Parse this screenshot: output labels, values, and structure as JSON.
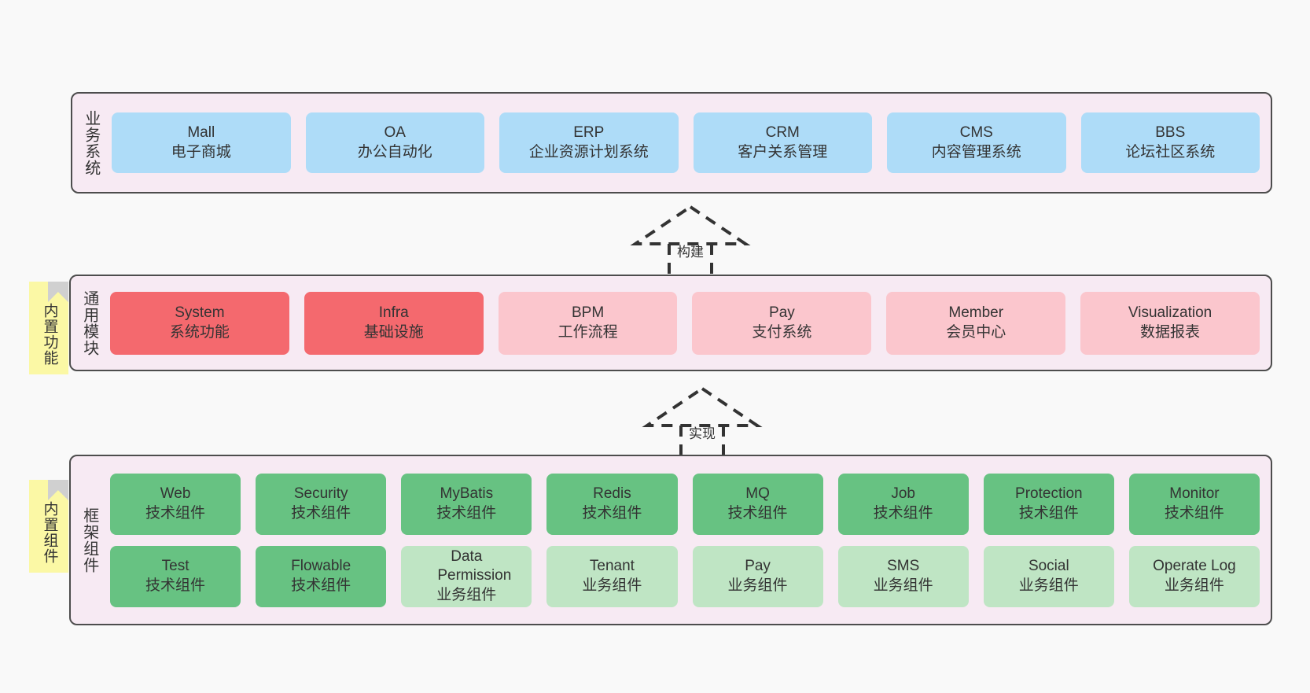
{
  "diagram": {
    "background": "#f9f9f9",
    "panel_bg": "#f7eaf3",
    "panel_border": "#4d4d4d",
    "note_bg": "#fbf8a5",
    "colors": {
      "blue": "#aedcf8",
      "red": "#f4696e",
      "pink": "#fbc6cd",
      "green": "#67c282",
      "light_green": "#bfe5c4"
    }
  },
  "layers": {
    "business": {
      "title": "业务系统",
      "cards": [
        {
          "en": "Mall",
          "cn": "电子商城"
        },
        {
          "en": "OA",
          "cn": "办公自动化"
        },
        {
          "en": "ERP",
          "cn": "企业资源计划系统"
        },
        {
          "en": "CRM",
          "cn": "客户关系管理"
        },
        {
          "en": "CMS",
          "cn": "内容管理系统"
        },
        {
          "en": "BBS",
          "cn": "论坛社区系统"
        }
      ]
    },
    "common": {
      "title": "通用模块",
      "note": "内置功能",
      "cards": [
        {
          "en": "System",
          "cn": "系统功能",
          "color": "red"
        },
        {
          "en": "Infra",
          "cn": "基础设施",
          "color": "red"
        },
        {
          "en": "BPM",
          "cn": "工作流程",
          "color": "pink"
        },
        {
          "en": "Pay",
          "cn": "支付系统",
          "color": "pink"
        },
        {
          "en": "Member",
          "cn": "会员中心",
          "color": "pink"
        },
        {
          "en": "Visualization",
          "cn": "数据报表",
          "color": "pink"
        }
      ]
    },
    "framework": {
      "title": "框架组件",
      "note": "内置组件",
      "row1": [
        {
          "en": "Web",
          "cn": "技术组件"
        },
        {
          "en": "Security",
          "cn": "技术组件"
        },
        {
          "en": "MyBatis",
          "cn": "技术组件"
        },
        {
          "en": "Redis",
          "cn": "技术组件"
        },
        {
          "en": "MQ",
          "cn": "技术组件"
        },
        {
          "en": "Job",
          "cn": "技术组件"
        },
        {
          "en": "Protection",
          "cn": "技术组件"
        },
        {
          "en": "Monitor",
          "cn": "技术组件"
        }
      ],
      "row2": [
        {
          "en": "Test",
          "cn": "技术组件",
          "color": "green"
        },
        {
          "en": "Flowable",
          "cn": "技术组件",
          "color": "green"
        },
        {
          "en": "Data Permission",
          "cn": "业务组件",
          "color": "light_green"
        },
        {
          "en": "Tenant",
          "cn": "业务组件",
          "color": "light_green"
        },
        {
          "en": "Pay",
          "cn": "业务组件",
          "color": "light_green"
        },
        {
          "en": "SMS",
          "cn": "业务组件",
          "color": "light_green"
        },
        {
          "en": "Social",
          "cn": "业务组件",
          "color": "light_green"
        },
        {
          "en": "Operate Log",
          "cn": "业务组件",
          "color": "light_green"
        }
      ]
    }
  },
  "connectors": [
    {
      "label": "构建",
      "from": "common",
      "to": "business"
    },
    {
      "label": "实现",
      "from": "framework",
      "to": "common"
    }
  ]
}
